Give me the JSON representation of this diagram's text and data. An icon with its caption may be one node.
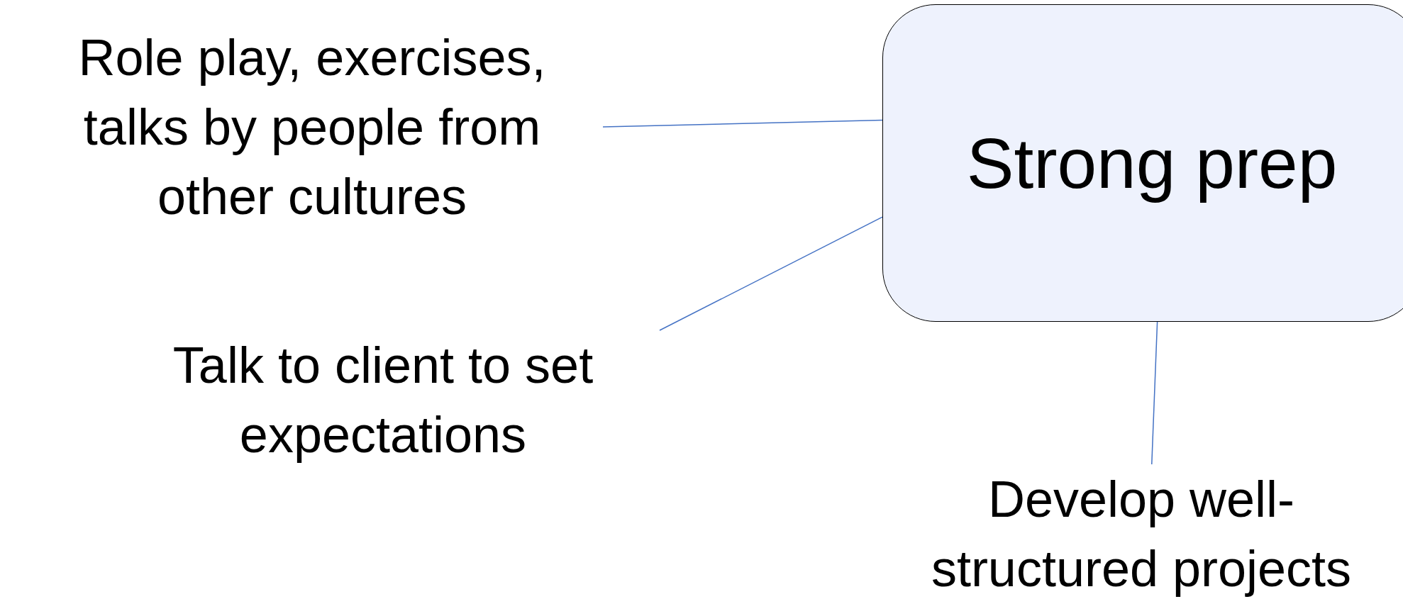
{
  "diagram": {
    "nodes": [
      {
        "text": [
          "Strong prep"
        ]
      },
      {
        "text": [
          "Role play, exercises, talks by people from other cultures"
        ]
      },
      {
        "text": [
          "Talk to client to set expectations"
        ]
      },
      {
        "text": [
          "Develop well-structured projects"
        ]
      }
    ],
    "edges": [
      {
        "from": 1,
        "to": 0,
        "arrow": "none"
      },
      {
        "from": 2,
        "to": 0,
        "arrow": "none"
      },
      {
        "from": 0,
        "to": 3,
        "arrow": "none"
      }
    ]
  }
}
